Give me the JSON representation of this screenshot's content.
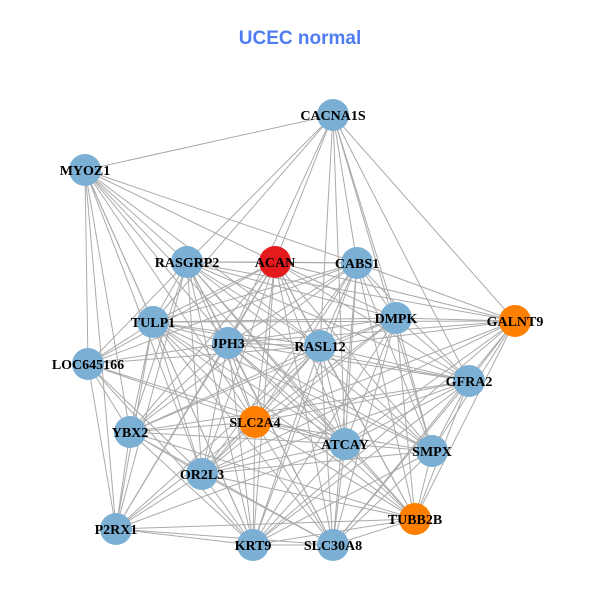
{
  "title": "UCEC normal",
  "colors": {
    "default": "#7bafd4",
    "red": "#e41a1c",
    "orange": "#ff7f00",
    "edge": "#aaaaaa"
  },
  "nodes": [
    {
      "name": "CACNA1S",
      "color": "default"
    },
    {
      "name": "MYOZ1",
      "color": "default"
    },
    {
      "name": "RASGRP2",
      "color": "default"
    },
    {
      "name": "ACAN",
      "color": "red"
    },
    {
      "name": "CABS1",
      "color": "default"
    },
    {
      "name": "DMPK",
      "color": "default"
    },
    {
      "name": "GALNT9",
      "color": "orange"
    },
    {
      "name": "TULP1",
      "color": "default"
    },
    {
      "name": "JPH3",
      "color": "default"
    },
    {
      "name": "RASL12",
      "color": "default"
    },
    {
      "name": "LOC645166",
      "color": "default"
    },
    {
      "name": "GFRA2",
      "color": "default"
    },
    {
      "name": "SLC2A4",
      "color": "orange"
    },
    {
      "name": "YBX2",
      "color": "default"
    },
    {
      "name": "ATCAY",
      "color": "default"
    },
    {
      "name": "SMPX",
      "color": "default"
    },
    {
      "name": "OR2L3",
      "color": "default"
    },
    {
      "name": "TUBB2B",
      "color": "orange"
    },
    {
      "name": "P2RX1",
      "color": "default"
    },
    {
      "name": "KRT9",
      "color": "default"
    },
    {
      "name": "SLC30A8",
      "color": "default"
    }
  ],
  "adjacency": {
    "CACNA1S": [
      "MYOZ1",
      "RASGRP2",
      "ACAN",
      "CABS1",
      "DMPK",
      "GALNT9",
      "TULP1",
      "JPH3",
      "RASL12",
      "GFRA2",
      "ATCAY",
      "SMPX"
    ],
    "MYOZ1": [
      "RASGRP2",
      "ACAN",
      "CABS1",
      "TULP1",
      "JPH3",
      "RASL12",
      "LOC645166",
      "YBX2",
      "SLC2A4",
      "OR2L3",
      "P2RX1",
      "KRT9",
      "ATCAY"
    ],
    "RASGRP2": [
      "ACAN",
      "CABS1",
      "DMPK",
      "GALNT9",
      "TULP1",
      "JPH3",
      "RASL12",
      "LOC645166",
      "GFRA2",
      "SLC2A4",
      "YBX2",
      "ATCAY",
      "SMPX",
      "OR2L3",
      "TUBB2B",
      "P2RX1",
      "KRT9",
      "SLC30A8"
    ],
    "ACAN": [
      "CABS1",
      "DMPK",
      "GALNT9",
      "TULP1",
      "JPH3",
      "RASL12",
      "LOC645166",
      "GFRA2",
      "SLC2A4",
      "YBX2",
      "ATCAY",
      "SMPX",
      "OR2L3",
      "TUBB2B",
      "P2RX1",
      "KRT9",
      "SLC30A8"
    ],
    "CABS1": [
      "DMPK",
      "GALNT9",
      "TULP1",
      "JPH3",
      "RASL12",
      "LOC645166",
      "GFRA2",
      "SLC2A4",
      "YBX2",
      "ATCAY",
      "SMPX",
      "OR2L3",
      "TUBB2B",
      "KRT9",
      "SLC30A8"
    ],
    "DMPK": [
      "GALNT9",
      "TULP1",
      "JPH3",
      "RASL12",
      "GFRA2",
      "SLC2A4",
      "YBX2",
      "ATCAY",
      "SMPX",
      "OR2L3",
      "TUBB2B",
      "KRT9",
      "SLC30A8"
    ],
    "GALNT9": [
      "TULP1",
      "JPH3",
      "RASL12",
      "GFRA2",
      "SLC2A4",
      "ATCAY",
      "SMPX",
      "OR2L3",
      "TUBB2B",
      "KRT9",
      "SLC30A8"
    ],
    "TULP1": [
      "JPH3",
      "RASL12",
      "LOC645166",
      "GFRA2",
      "SLC2A4",
      "YBX2",
      "ATCAY",
      "SMPX",
      "OR2L3",
      "TUBB2B",
      "P2RX1",
      "KRT9",
      "SLC30A8"
    ],
    "JPH3": [
      "RASL12",
      "LOC645166",
      "GFRA2",
      "SLC2A4",
      "YBX2",
      "ATCAY",
      "SMPX",
      "OR2L3",
      "TUBB2B",
      "P2RX1",
      "KRT9",
      "SLC30A8"
    ],
    "RASL12": [
      "LOC645166",
      "GFRA2",
      "SLC2A4",
      "YBX2",
      "ATCAY",
      "SMPX",
      "OR2L3",
      "TUBB2B",
      "P2RX1",
      "KRT9",
      "SLC30A8"
    ],
    "LOC645166": [
      "SLC2A4",
      "YBX2",
      "ATCAY",
      "OR2L3",
      "P2RX1",
      "KRT9"
    ],
    "GFRA2": [
      "SLC2A4",
      "YBX2",
      "ATCAY",
      "SMPX",
      "OR2L3",
      "TUBB2B",
      "KRT9",
      "SLC30A8"
    ],
    "SLC2A4": [
      "YBX2",
      "ATCAY",
      "SMPX",
      "OR2L3",
      "TUBB2B",
      "P2RX1",
      "KRT9",
      "SLC30A8"
    ],
    "YBX2": [
      "ATCAY",
      "OR2L3",
      "TUBB2B",
      "P2RX1",
      "KRT9",
      "SLC30A8"
    ],
    "ATCAY": [
      "SMPX",
      "OR2L3",
      "TUBB2B",
      "P2RX1",
      "KRT9",
      "SLC30A8"
    ],
    "SMPX": [
      "OR2L3",
      "TUBB2B",
      "KRT9",
      "SLC30A8"
    ],
    "OR2L3": [
      "TUBB2B",
      "P2RX1",
      "KRT9",
      "SLC30A8"
    ],
    "TUBB2B": [
      "P2RX1",
      "KRT9",
      "SLC30A8"
    ],
    "P2RX1": [
      "KRT9",
      "SLC30A8"
    ],
    "KRT9": [
      "SLC30A8"
    ]
  }
}
